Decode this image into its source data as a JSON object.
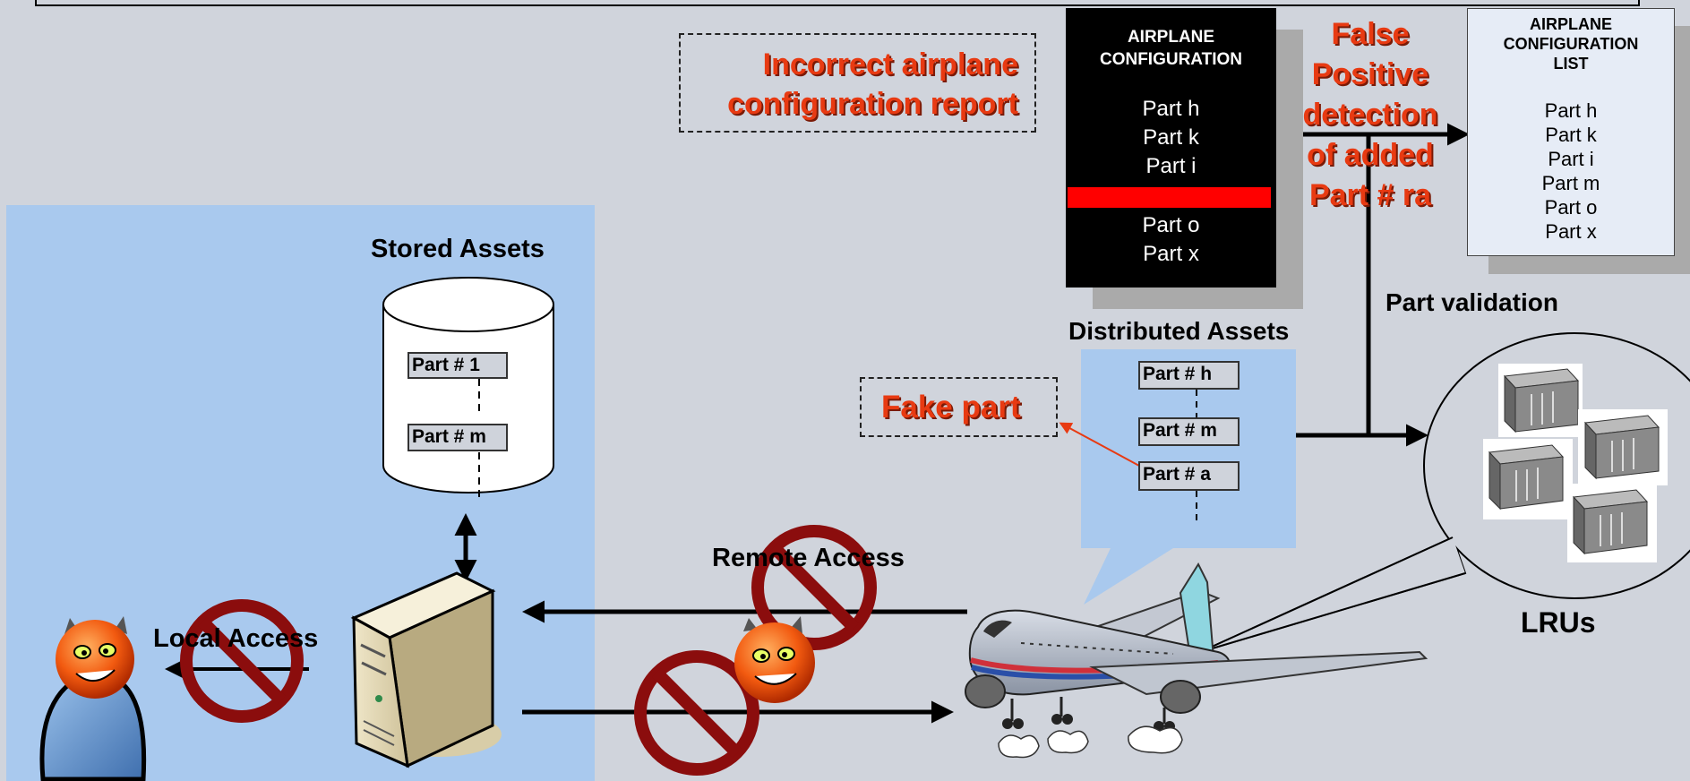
{
  "labels": {
    "stored_assets": "Stored Assets",
    "distributed_assets": "Distributed Assets",
    "part_validation": "Part validation",
    "lrus": "LRUs",
    "remote_access": "Remote Access",
    "local_access": "Local Access"
  },
  "annotations": {
    "incorrect_config_line1": "Incorrect airplane",
    "incorrect_config_line2": "configuration report",
    "fake_part": "Fake part",
    "false_positive": [
      "False",
      "Positive",
      "detection",
      "of added",
      "Part # ra"
    ]
  },
  "stored_parts": [
    "Part # 1",
    "Part # m"
  ],
  "distributed_parts": [
    "Part # h",
    "Part # m",
    "Part # a"
  ],
  "airplane_configuration": {
    "title_line1": "AIRPLANE",
    "title_line2": "CONFIGURATION",
    "parts_top": [
      "Part h",
      "Part k",
      "Part i"
    ],
    "parts_bottom": [
      "Part o",
      "Part x"
    ]
  },
  "airplane_configuration_list": {
    "title_line1": "AIRPLANE",
    "title_line2": "CONFIGURATION",
    "title_line3": "LIST",
    "parts": [
      "Part h",
      "Part k",
      "Part i",
      "Part m",
      "Part o",
      "Part x"
    ]
  },
  "colors": {
    "background": "#d0d4dc",
    "ground_zone": "#a9c9ee",
    "callout": "#a9c9ee",
    "alert_text": "#e83a12",
    "highlight_bar": "#ff0000",
    "prohibition": "#8b0d0d"
  }
}
